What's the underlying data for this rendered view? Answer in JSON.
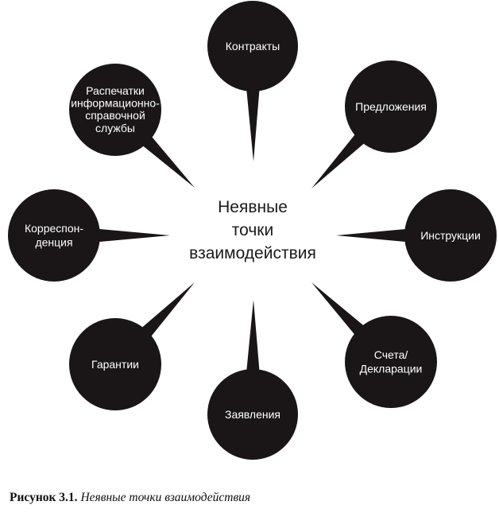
{
  "diagram": {
    "center_lines": [
      "Неявные",
      "точки",
      "взаимодействия"
    ],
    "nodes": [
      {
        "id": "contracts",
        "lines": [
          "Контракты"
        ]
      },
      {
        "id": "proposals",
        "lines": [
          "Предложения"
        ]
      },
      {
        "id": "instructions",
        "lines": [
          "Инструкции"
        ]
      },
      {
        "id": "invoices",
        "lines": [
          "Счета/",
          "Декларации"
        ]
      },
      {
        "id": "statements",
        "lines": [
          "Заявления"
        ]
      },
      {
        "id": "guarantees",
        "lines": [
          "Гарантии"
        ]
      },
      {
        "id": "correspondence",
        "lines": [
          "Корреспон-",
          "денция"
        ]
      },
      {
        "id": "printouts",
        "lines": [
          "Распечатки",
          "информационно-",
          "справочной",
          "службы"
        ]
      }
    ],
    "bubble_color": "#1a1617",
    "text_color": "#ffffff"
  },
  "caption": {
    "label": "Рисунок 3.1.",
    "text": "Неявные точки взаимодействия"
  }
}
